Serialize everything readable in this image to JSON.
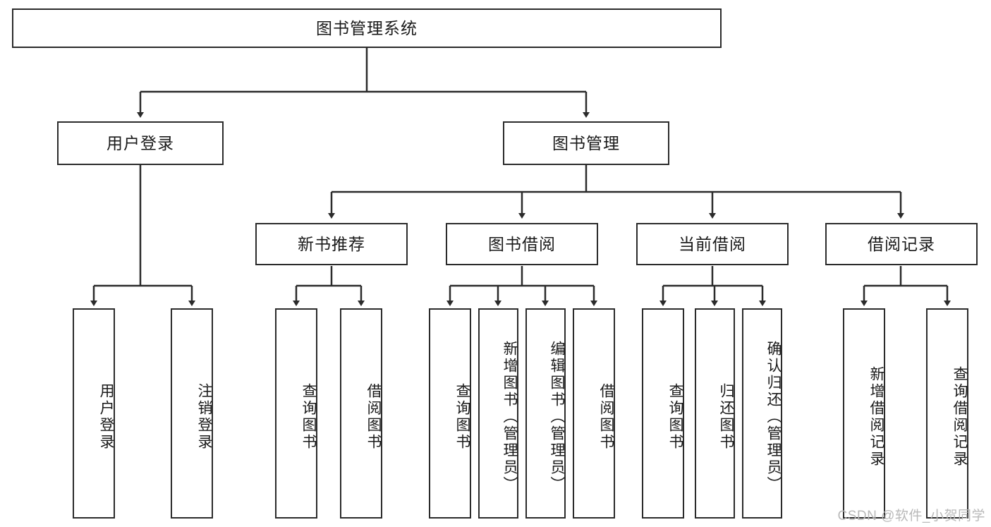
{
  "diagram": {
    "title": "图书管理系统",
    "type": "tree",
    "watermark": "CSDN @软件_小贺同学",
    "colors": {
      "border": "#2b2b2b",
      "background": "#ffffff",
      "text": "#1a1a1a",
      "watermark": "#b9b9b9"
    },
    "nodes": {
      "root": {
        "label": "图书管理系统"
      },
      "level1": [
        {
          "label": "用户登录"
        },
        {
          "label": "图书管理"
        }
      ],
      "level2": [
        {
          "label": "新书推荐"
        },
        {
          "label": "图书借阅"
        },
        {
          "label": "当前借阅"
        },
        {
          "label": "借阅记录"
        }
      ],
      "leaves_user_login": [
        {
          "label": "用户登录"
        },
        {
          "label": "注销登录"
        }
      ],
      "leaves_new_book": [
        {
          "label": "查询图书"
        },
        {
          "label": "借阅图书"
        }
      ],
      "leaves_borrow": [
        {
          "label": "查询图书"
        },
        {
          "label": "新增图书（管理员）"
        },
        {
          "label": "编辑图书（管理员）"
        },
        {
          "label": "借阅图书"
        }
      ],
      "leaves_current": [
        {
          "label": "查询图书"
        },
        {
          "label": "归还图书"
        },
        {
          "label": "确认归还（管理员）"
        }
      ],
      "leaves_records": [
        {
          "label": "新增借阅记录"
        },
        {
          "label": "查询借阅记录"
        }
      ]
    }
  }
}
